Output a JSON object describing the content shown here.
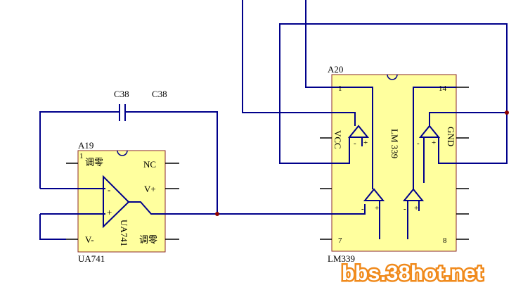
{
  "schematic": {
    "capacitor": {
      "ref": "C38",
      "value": "C38"
    },
    "opamp": {
      "ref": "A19",
      "part": "UA741",
      "body_label": "UA741",
      "pins": {
        "pin1_num": "1",
        "pin1": "调零",
        "nc": "NC",
        "vplus": "V+",
        "vminus": "V-",
        "offset2": "调零",
        "inv": "-",
        "noninv": "+"
      }
    },
    "comparator": {
      "ref": "A20",
      "part": "LM339",
      "body_label": "LM 339",
      "vcc": "VCC",
      "gnd": "GND",
      "pins": {
        "p1": "1",
        "p14": "14",
        "p7": "7",
        "p8": "8"
      },
      "minus": "-",
      "plus": "+"
    }
  },
  "watermark": "bbs.38hot.net",
  "colors": {
    "wire": "#00008b",
    "chip_fill": "#ffff9e",
    "chip_border": "#8b2a2a",
    "pin": "#000000",
    "junction": "#8b0000",
    "watermark_stroke": "#f08a1c"
  }
}
